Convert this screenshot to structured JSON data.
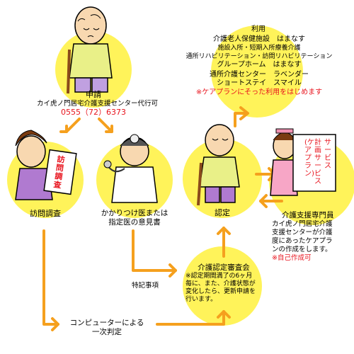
{
  "colors": {
    "circle": "#fff35a",
    "arrow": "#f5a01e",
    "red": "#e8141e"
  },
  "apply": {
    "title": "申請",
    "agent": "カイ虎ノ門居宅介護支援センター代行可",
    "phone": "0555（72）6373"
  },
  "usage": {
    "title": "利用",
    "lines": [
      "介護老人保健施設　はまなす",
      "施設入所・短期入所療養介護",
      "通所リハビリテーション・訪問リハビリテーション",
      "グループホーム　はまなす",
      "通所介護センター　ラベンダー",
      "ショートステイ　スマイル"
    ],
    "note": "※ケアプランにそった利用をはじめます"
  },
  "visit": {
    "label": "訪問調査",
    "sign": "訪問調査"
  },
  "doctor": {
    "label_line1": "かかりつけ医または",
    "label_line2": "指定医の意見書"
  },
  "certify": {
    "label": "認定"
  },
  "specialist": {
    "title": "介護支援専門員",
    "lines": [
      "カイ虎ノ門居宅介護",
      "支援センターが介護",
      "度にあったケアプラ",
      "ンの作成をします。"
    ],
    "note": "※自己作成可",
    "board_col1": "サービス",
    "board_col2": "計画サービス",
    "board_col3": "(ケアプラン)"
  },
  "special_notes": "特記事項",
  "committee": {
    "title": "介護認定審査会",
    "lines": [
      "※認定期間満了の6ヶ月",
      "毎に、また、介護状態が",
      "変化したら、更新申請を",
      "行います。"
    ]
  },
  "computer": {
    "line1": "コンピューターによる",
    "line2": "一次判定"
  }
}
